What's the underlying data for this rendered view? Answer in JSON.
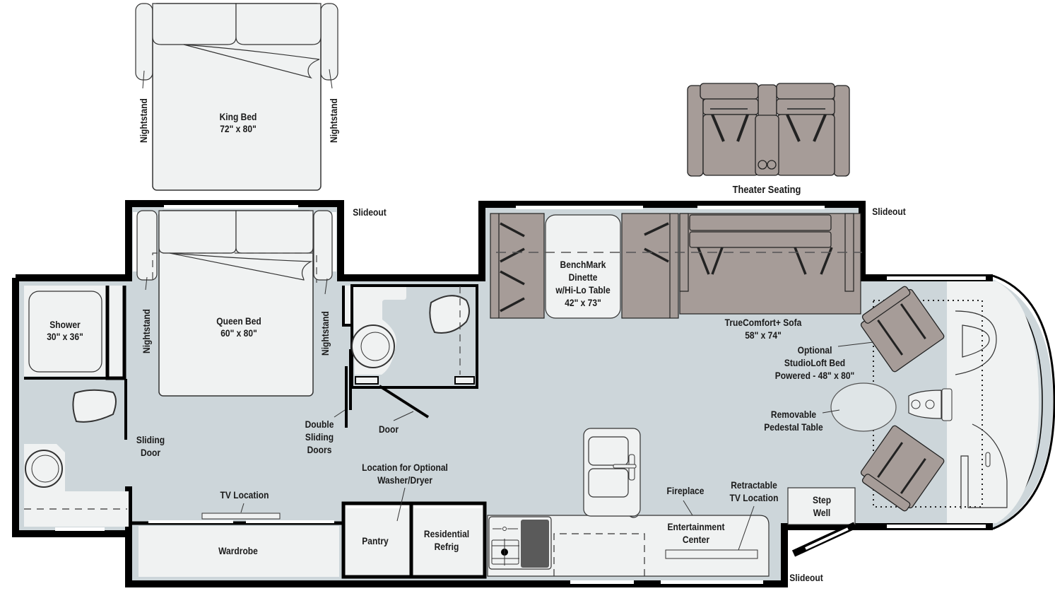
{
  "diagram": {
    "type": "rv-floorplan",
    "colors": {
      "wall": "#000000",
      "floor": "#cdd6da",
      "fixture": "#f0f2f2",
      "upholstery": "#a69c98",
      "window": "#ffffff",
      "cooktop_dark": "#5a5a5a",
      "text": "#1a1a1a"
    },
    "inset_options": {
      "king_bed": {
        "label": "King Bed",
        "size": "72\" x 80\"",
        "nightstand_left": "Nightstand",
        "nightstand_right": "Nightstand"
      },
      "theater_seating": {
        "label": "Theater Seating"
      }
    },
    "slideout_labels": {
      "bedroom": "Slideout",
      "living": "Slideout",
      "entry": "Slideout"
    },
    "rooms": {
      "rear_bath": {
        "shower": {
          "label": "Shower",
          "size": "30\" x 36\""
        },
        "sliding_door": "Sliding\nDoor"
      },
      "bedroom": {
        "queen_bed": {
          "label": "Queen Bed",
          "size": "60\" x 80\""
        },
        "nightstand_left": "Nightstand",
        "nightstand_right": "Nightstand",
        "double_sliding_doors": "Double\nSliding\nDoors",
        "tv_location": "TV Location",
        "wardrobe": "Wardrobe"
      },
      "half_bath": {
        "door": "Door"
      },
      "galley": {
        "washer_dryer": "Location for Optional\nWasher/Dryer",
        "pantry": "Pantry",
        "refrigerator": "Residential\nRefrig"
      },
      "living": {
        "dinette": {
          "label": "BenchMark\nDinette\nw/Hi-Lo Table",
          "size": "42\" x 73\""
        },
        "sofa": {
          "label": "TrueComfort+ Sofa",
          "size": "58\" x 74\""
        },
        "studioloft": "Optional\nStudioLoft Bed\nPowered - 48\" x 80\"",
        "pedestal_table": "Removable\nPedestal Table",
        "fireplace": "Fireplace",
        "retractable_tv": "Retractable\nTV Location",
        "entertainment_center": "Entertainment\nCenter",
        "step_well": "Step\nWell"
      }
    }
  }
}
